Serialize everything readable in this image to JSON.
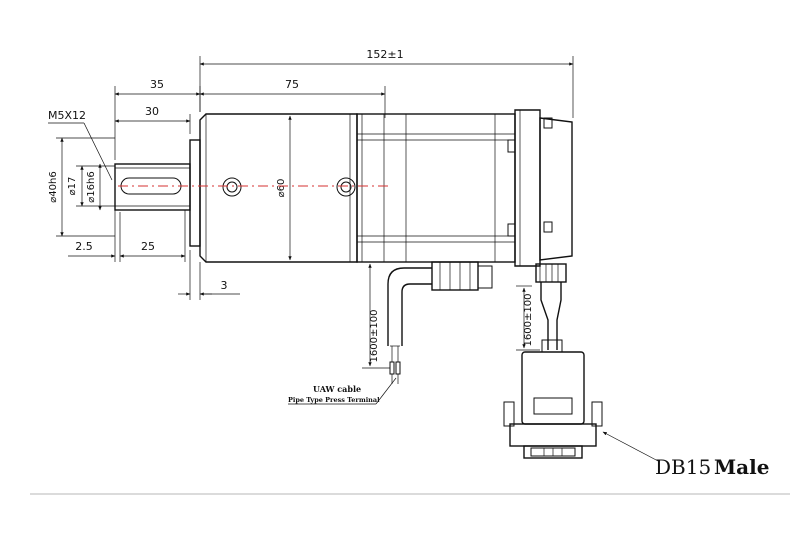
{
  "dimensions": {
    "overall_length": "152±1",
    "shaft_length": "35",
    "key_length": "30",
    "gearbox_length": "75",
    "thread": "M5X12",
    "flange_diameter": "⌀40h6",
    "key_diameter": "⌀17",
    "shaft_diameter": "⌀16h6",
    "body_diameter": "⌀60",
    "key_offset": "2.5",
    "key_span": "25",
    "flange_thickness": "3",
    "cable_length_left": "1600±100",
    "cable_length_right": "1600±100"
  },
  "labels": {
    "cable_name": "UAW cable",
    "terminal_type": "Pipe Type Press Terminal",
    "connector_name": "DB15",
    "connector_gender": "Male"
  }
}
